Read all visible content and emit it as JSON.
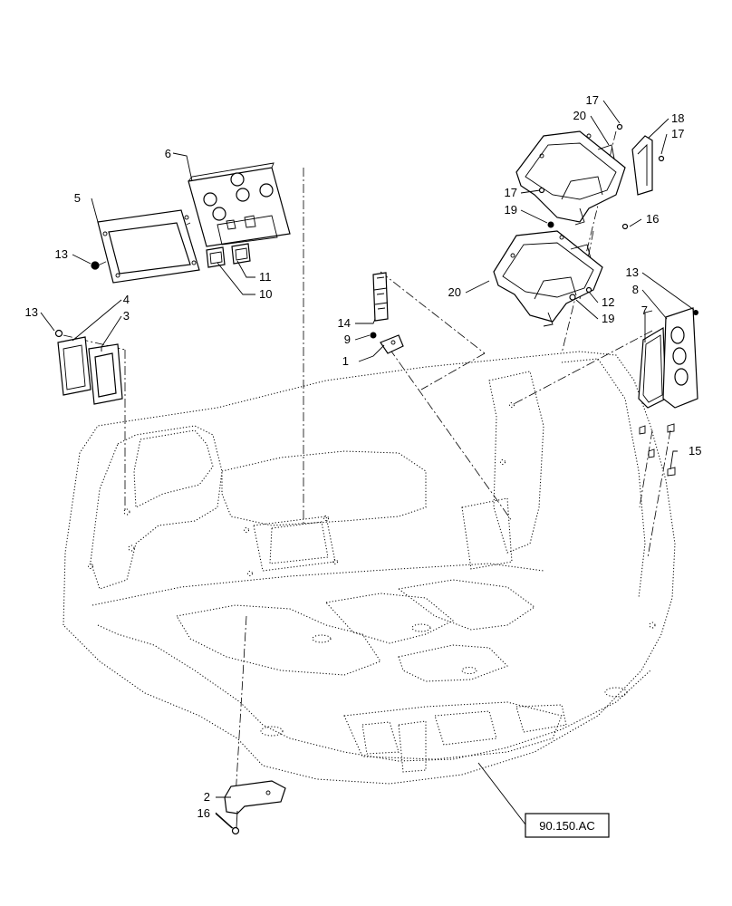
{
  "reference_box": {
    "label": "90.150.AC"
  },
  "callouts": [
    {
      "id": "c1",
      "label": "1"
    },
    {
      "id": "c2",
      "label": "2"
    },
    {
      "id": "c3",
      "label": "3"
    },
    {
      "id": "c4",
      "label": "4"
    },
    {
      "id": "c5",
      "label": "5"
    },
    {
      "id": "c6",
      "label": "6"
    },
    {
      "id": "c7",
      "label": "7"
    },
    {
      "id": "c8",
      "label": "8"
    },
    {
      "id": "c9",
      "label": "9"
    },
    {
      "id": "c10",
      "label": "10"
    },
    {
      "id": "c11",
      "label": "11"
    },
    {
      "id": "c12",
      "label": "12"
    },
    {
      "id": "c13a",
      "label": "13"
    },
    {
      "id": "c13b",
      "label": "13"
    },
    {
      "id": "c13c",
      "label": "13"
    },
    {
      "id": "c14",
      "label": "14"
    },
    {
      "id": "c15",
      "label": "15"
    },
    {
      "id": "c16a",
      "label": "16"
    },
    {
      "id": "c16b",
      "label": "16"
    },
    {
      "id": "c17a",
      "label": "17"
    },
    {
      "id": "c17b",
      "label": "17"
    },
    {
      "id": "c17c",
      "label": "17"
    },
    {
      "id": "c18",
      "label": "18"
    },
    {
      "id": "c19a",
      "label": "19"
    },
    {
      "id": "c19b",
      "label": "19"
    },
    {
      "id": "c20a",
      "label": "20"
    },
    {
      "id": "c20b",
      "label": "20"
    }
  ]
}
